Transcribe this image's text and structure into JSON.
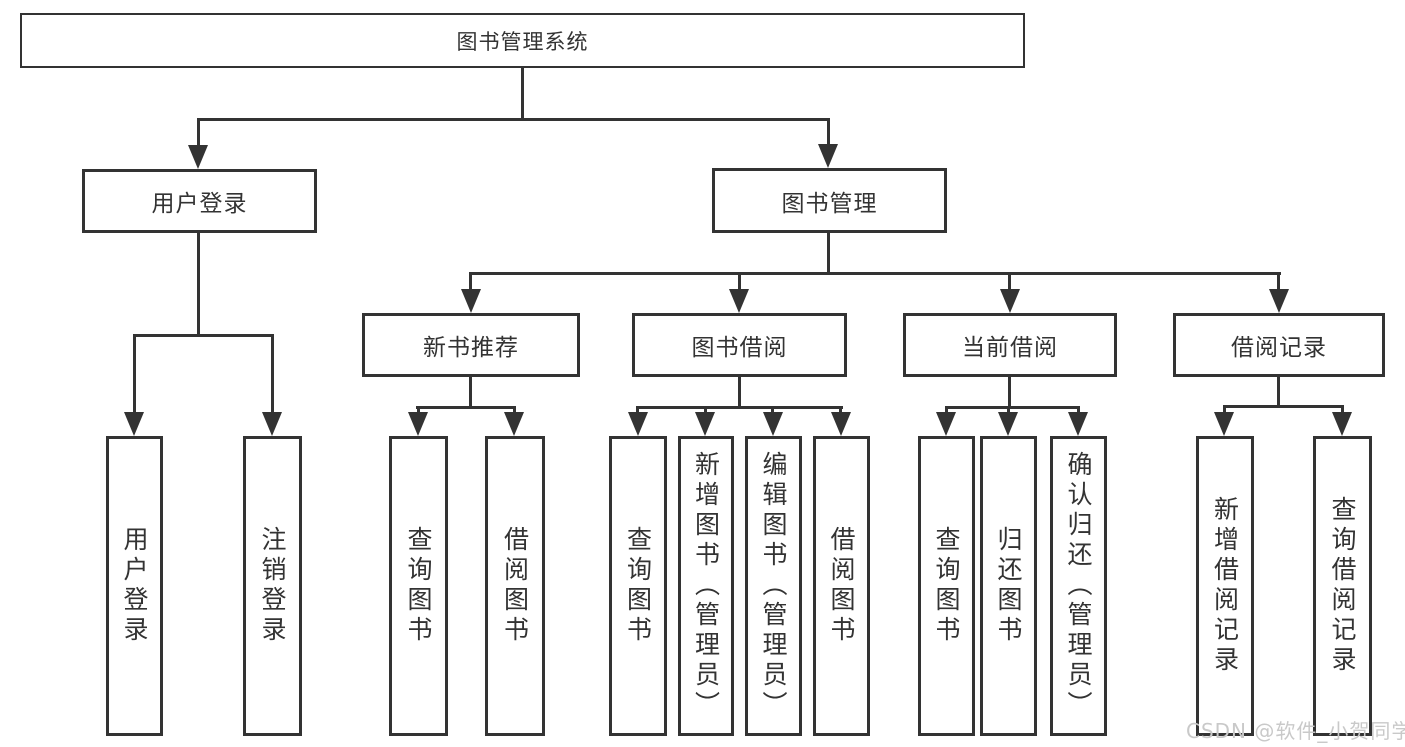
{
  "tree": {
    "label": "图书管理系统",
    "children": [
      {
        "label": "用户登录",
        "children": [
          {
            "label": "用户登录"
          },
          {
            "label": "注销登录"
          }
        ]
      },
      {
        "label": "图书管理",
        "children": [
          {
            "label": "新书推荐",
            "children": [
              {
                "label": "查询图书"
              },
              {
                "label": "借阅图书"
              }
            ]
          },
          {
            "label": "图书借阅",
            "children": [
              {
                "label": "查询图书"
              },
              {
                "label": "新增图书（管理员）"
              },
              {
                "label": "编辑图书（管理员）"
              },
              {
                "label": "借阅图书"
              }
            ]
          },
          {
            "label": "当前借阅",
            "children": [
              {
                "label": "查询图书"
              },
              {
                "label": "归还图书"
              },
              {
                "label": "确认归还（管理员）"
              }
            ]
          },
          {
            "label": "借阅记录",
            "children": [
              {
                "label": "新增借阅记录"
              },
              {
                "label": "查询借阅记录"
              }
            ]
          }
        ]
      }
    ]
  },
  "watermark": {
    "text": "CSDN @软件_小贺同学"
  },
  "colors": {
    "line": "#333333",
    "text": "#333333",
    "box_background": "#ffffff",
    "watermark": "#c9c9c9",
    "page_background": "#ffffff"
  }
}
